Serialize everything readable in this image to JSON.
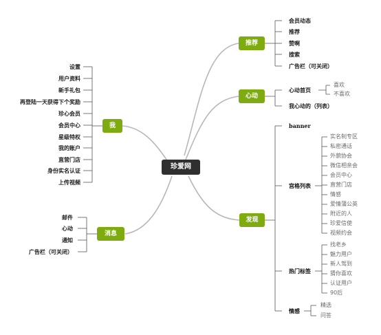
{
  "root": {
    "label": "珍爱网"
  },
  "colors": {
    "branch": "#7dab10",
    "root": "#2f2f2f",
    "curve": "#b7b7b7",
    "line": "#555555"
  },
  "branches": {
    "tuijian": {
      "label": "推荐",
      "items": [
        "会员动态",
        "推荐",
        "赞啊",
        "搜索",
        "广告栏（可关闭）"
      ]
    },
    "xindong": {
      "label": "心动",
      "items": [
        {
          "label": "心动首页",
          "children": [
            "喜欢",
            "不喜欢"
          ]
        },
        {
          "label": "我心动的（列表）"
        }
      ]
    },
    "wo": {
      "label": "我",
      "items": [
        "设置",
        "用户资料",
        "新手礼包",
        "再登陆一天获得下个奖励",
        "珍心会员",
        "会员中心",
        "星级特权",
        "我的账户",
        "直营门店",
        "身份实名认证",
        "上传视频"
      ]
    },
    "xiaoxi": {
      "label": "消息",
      "items": [
        "邮件",
        "心动",
        "通知",
        "广告栏（可关闭）"
      ]
    },
    "faxian": {
      "label": "发现",
      "items": [
        {
          "label": "banner"
        },
        {
          "label": "宫格列表",
          "children": [
            "实名制专区",
            "私密通话",
            "外貌协会",
            "微信相亲会",
            "会员中心",
            "直营门店",
            "情感",
            "爱情蒲公英",
            "附近的人",
            "珍爱信使",
            "视频约会"
          ]
        },
        {
          "label": "热门标签",
          "children": [
            "找老乡",
            "魅力用户",
            "新人驾到",
            "猜你喜欢",
            "认证用户",
            "90后"
          ]
        },
        {
          "label": "情感",
          "children": [
            "精选",
            "问答"
          ]
        }
      ]
    }
  }
}
